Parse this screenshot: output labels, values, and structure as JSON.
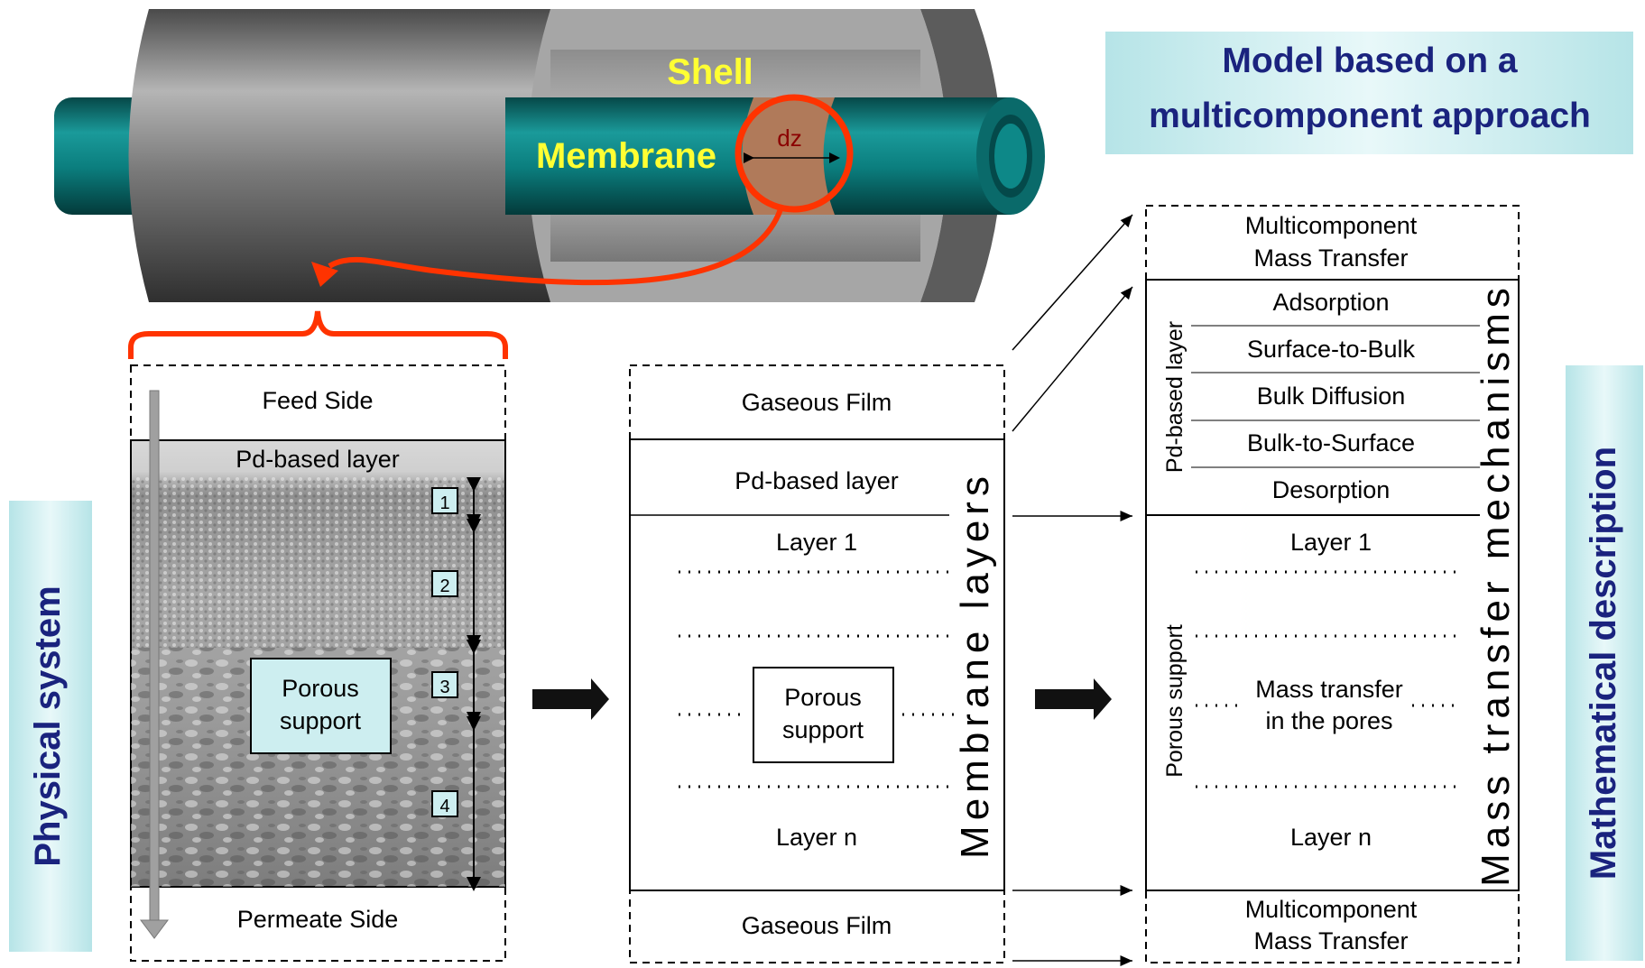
{
  "cylinder": {
    "shell_label": "Shell",
    "membrane_label": "Membrane",
    "element_label": "dz"
  },
  "physical": {
    "side_label": "Physical system",
    "feed_side": "Feed Side",
    "pd_layer": "Pd-based  layer",
    "porous_support": [
      "Porous",
      "support"
    ],
    "permeate_side": "Permeate Side",
    "layer_markers": [
      "1",
      "2",
      "3",
      "4"
    ]
  },
  "membrane_model": {
    "vertical_title": "Membrane layers",
    "gaseous_film_top": "Gaseous Film",
    "pd_layer": "Pd-based  layer",
    "layer_first": "Layer  1",
    "porous_support": [
      "Porous",
      "support"
    ],
    "layer_last": "Layer  n",
    "gaseous_film_bottom": "Gaseous Film"
  },
  "mechanisms": {
    "vertical_title": "Mass transfer mechanisms",
    "top_mass_transfer": [
      "Multicomponent",
      "Mass Transfer"
    ],
    "pd_group_label": "Pd-based layer",
    "pd_steps": [
      "Adsorption",
      "Surface-to-Bulk",
      "Bulk Diffusion",
      "Bulk-to-Surface",
      "Desorption"
    ],
    "porous_group_label": "Porous support",
    "layer_first": "Layer 1",
    "pores_transfer": [
      "Mass transfer",
      "in the pores"
    ],
    "layer_last": "Layer n",
    "bottom_mass_transfer": [
      "Multicomponent",
      "Mass Transfer"
    ]
  },
  "header": {
    "model_title": [
      "Model based on a",
      "multicomponent approach"
    ]
  },
  "math": {
    "side_label": "Mathematical description"
  },
  "colors": {
    "title_blue": "#1a237e",
    "banner_bg": "#cdeef0",
    "accent_red": "#ff3300",
    "membrane_teal": "#0b7e7e",
    "label_yellow": "#ffff33"
  }
}
